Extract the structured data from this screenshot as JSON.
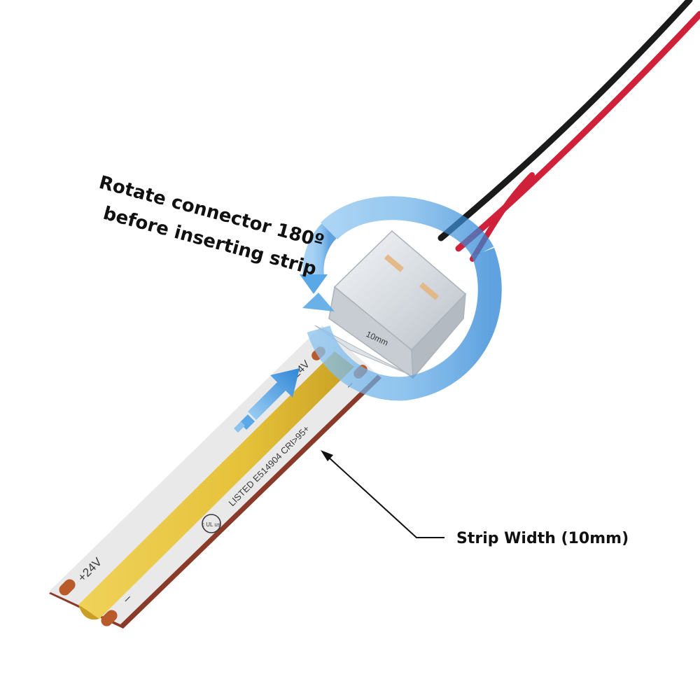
{
  "instruction": {
    "line1": "Rotate connector 180º",
    "line2": "before inserting strip"
  },
  "callout": {
    "label": "Strip Width (10mm)"
  },
  "strip_print": {
    "polarity_plus": "+24V",
    "polarity_minus": "–",
    "listing_text": "LISTED E514904 CRI>95+",
    "connector_marking": "10mm"
  },
  "logo": {
    "text": "c UL us"
  },
  "colors": {
    "strip_base": "#e9e9ea",
    "strip_edge": "#8a3a28",
    "phosphor": "#e6c23a",
    "copper_pad": "#b85a2a",
    "rotation_arrow": "#5aa8e6",
    "insert_arrow": "#3b8fe0",
    "wire_red": "#d0213a",
    "wire_black": "#1a1a1a",
    "connector_clear": "#d8dde2"
  },
  "icons": {
    "rotation": "rotate-arrow-icon",
    "insert": "insert-direction-arrow-icon",
    "pointer": "pointer-arrow-icon"
  }
}
